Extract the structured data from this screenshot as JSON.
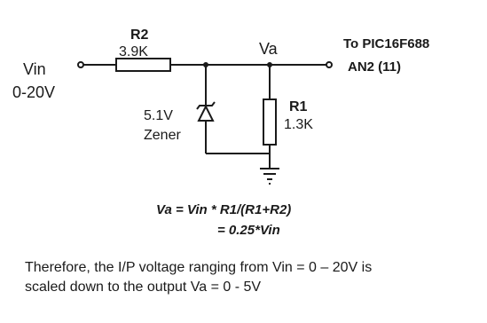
{
  "circuit": {
    "input_label": "Vin",
    "input_range": "0-20V",
    "r2_name": "R2",
    "r2_value": "3.9K",
    "node_label": "Va",
    "output_line1": "To PIC16F688",
    "output_line2": "AN2 (11)",
    "zener_value": "5.1V",
    "zener_label": "Zener",
    "r1_name": "R1",
    "r1_value": "1.3K"
  },
  "equations": {
    "line1": "Va = Vin * R1/(R1+R2)",
    "line2": "= 0.25*Vin"
  },
  "explanation": {
    "line1": "Therefore, the I/P voltage ranging from Vin = 0 – 20V is",
    "line2": "scaled down to the output Va = 0 - 5V"
  },
  "colors": {
    "ink": "#1a1a1a",
    "resistor_fill": "#ffffff"
  }
}
